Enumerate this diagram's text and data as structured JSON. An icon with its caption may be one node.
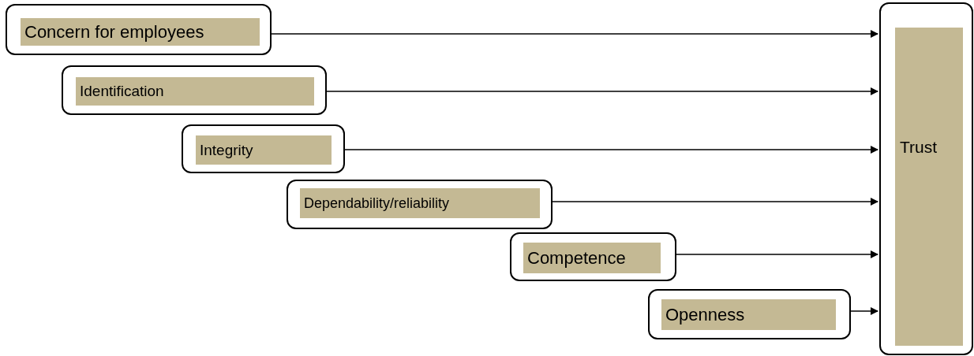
{
  "diagram": {
    "nodes": [
      {
        "text": [
          "Concern for employees"
        ]
      },
      {
        "text": [
          "Identification"
        ]
      },
      {
        "text": [
          "Integrity"
        ]
      },
      {
        "text": [
          "Dependability/reliability"
        ]
      },
      {
        "text": [
          "Competence"
        ]
      },
      {
        "text": [
          "Openness"
        ]
      },
      {
        "text": [
          "Trust"
        ]
      }
    ],
    "edges": [
      {
        "from": 0,
        "to": 6,
        "arrow": "to"
      },
      {
        "from": 1,
        "to": 6,
        "arrow": "to"
      },
      {
        "from": 2,
        "to": 6,
        "arrow": "to"
      },
      {
        "from": 3,
        "to": 6,
        "arrow": "to"
      },
      {
        "from": 4,
        "to": 6,
        "arrow": "to"
      },
      {
        "from": 5,
        "to": 6,
        "arrow": "to"
      }
    ]
  }
}
